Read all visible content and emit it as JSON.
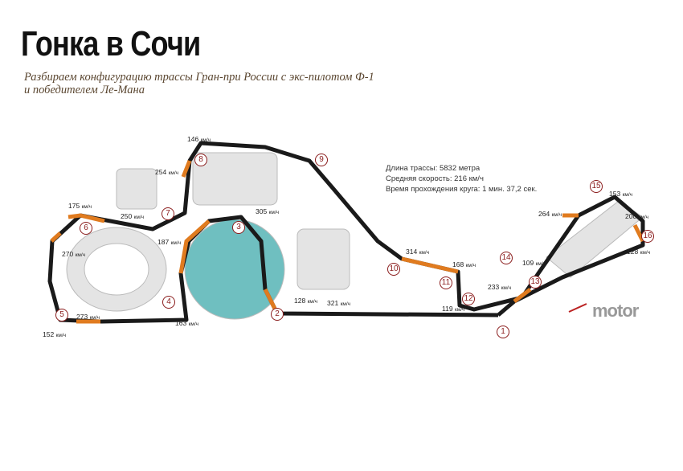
{
  "title": "Гонка в Сочи",
  "subtitle": "Разбираем конфигурацию трассы Гран-при России с экс-пилотом Ф-1 и победителем Ле-Мана",
  "info": [
    "Длина трассы: 5832 метра",
    "Средняя скорость: 216 км/ч",
    "Время прохождения круга: 1 мин. 37,2 сек."
  ],
  "unit": "км/ч",
  "speeds": [
    "146",
    "254",
    "175",
    "250",
    "187",
    "270",
    "305",
    "314",
    "168",
    "128",
    "321",
    "119",
    "233",
    "109",
    "264",
    "153",
    "200",
    "128",
    "163",
    "273",
    "152"
  ],
  "turns": [
    "1",
    "2",
    "3",
    "4",
    "5",
    "6",
    "7",
    "8",
    "9",
    "10",
    "11",
    "12",
    "13",
    "14",
    "15",
    "16"
  ],
  "logo": "motor",
  "colors": {
    "track": "#1a1a1a",
    "braking": "#e07b1f",
    "turn": "#8a1c1c"
  }
}
